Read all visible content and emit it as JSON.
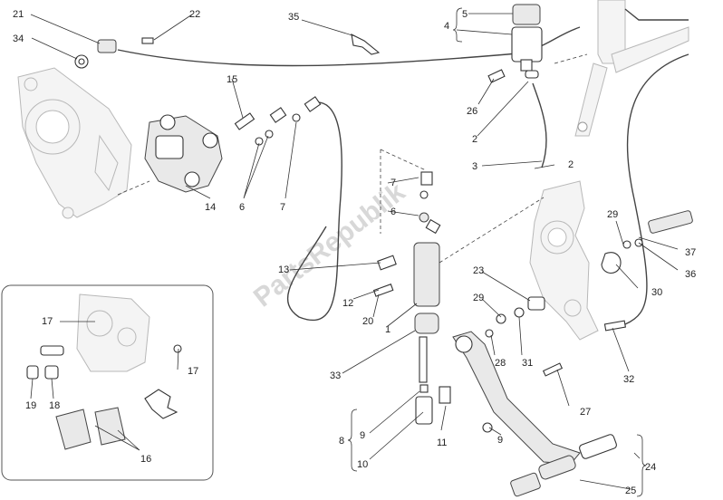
{
  "diagram": {
    "watermark": "PartsRepublik",
    "labels": {
      "l21": "21",
      "l22": "22",
      "l34": "34",
      "l35": "35",
      "l5": "5",
      "l4": "4",
      "l15": "15",
      "l26": "26",
      "l2a": "2",
      "l3": "3",
      "l2b": "2",
      "l14": "14",
      "l6a": "6",
      "l7a": "7",
      "l7b": "7",
      "l6b": "6",
      "l13": "13",
      "l12": "12",
      "l20": "20",
      "l1": "1",
      "l29a": "29",
      "l37": "37",
      "l36": "36",
      "l30": "30",
      "l23": "23",
      "l29b": "29",
      "l28": "28",
      "l31": "31",
      "l32": "32",
      "l27": "27",
      "l33": "33",
      "l8": "8",
      "l9a": "9",
      "l10": "10",
      "l11": "11",
      "l9b": "9",
      "l24": "24",
      "l25": "25",
      "l17a": "17",
      "l17b": "17",
      "l19": "19",
      "l18": "18",
      "l16": "16"
    }
  }
}
